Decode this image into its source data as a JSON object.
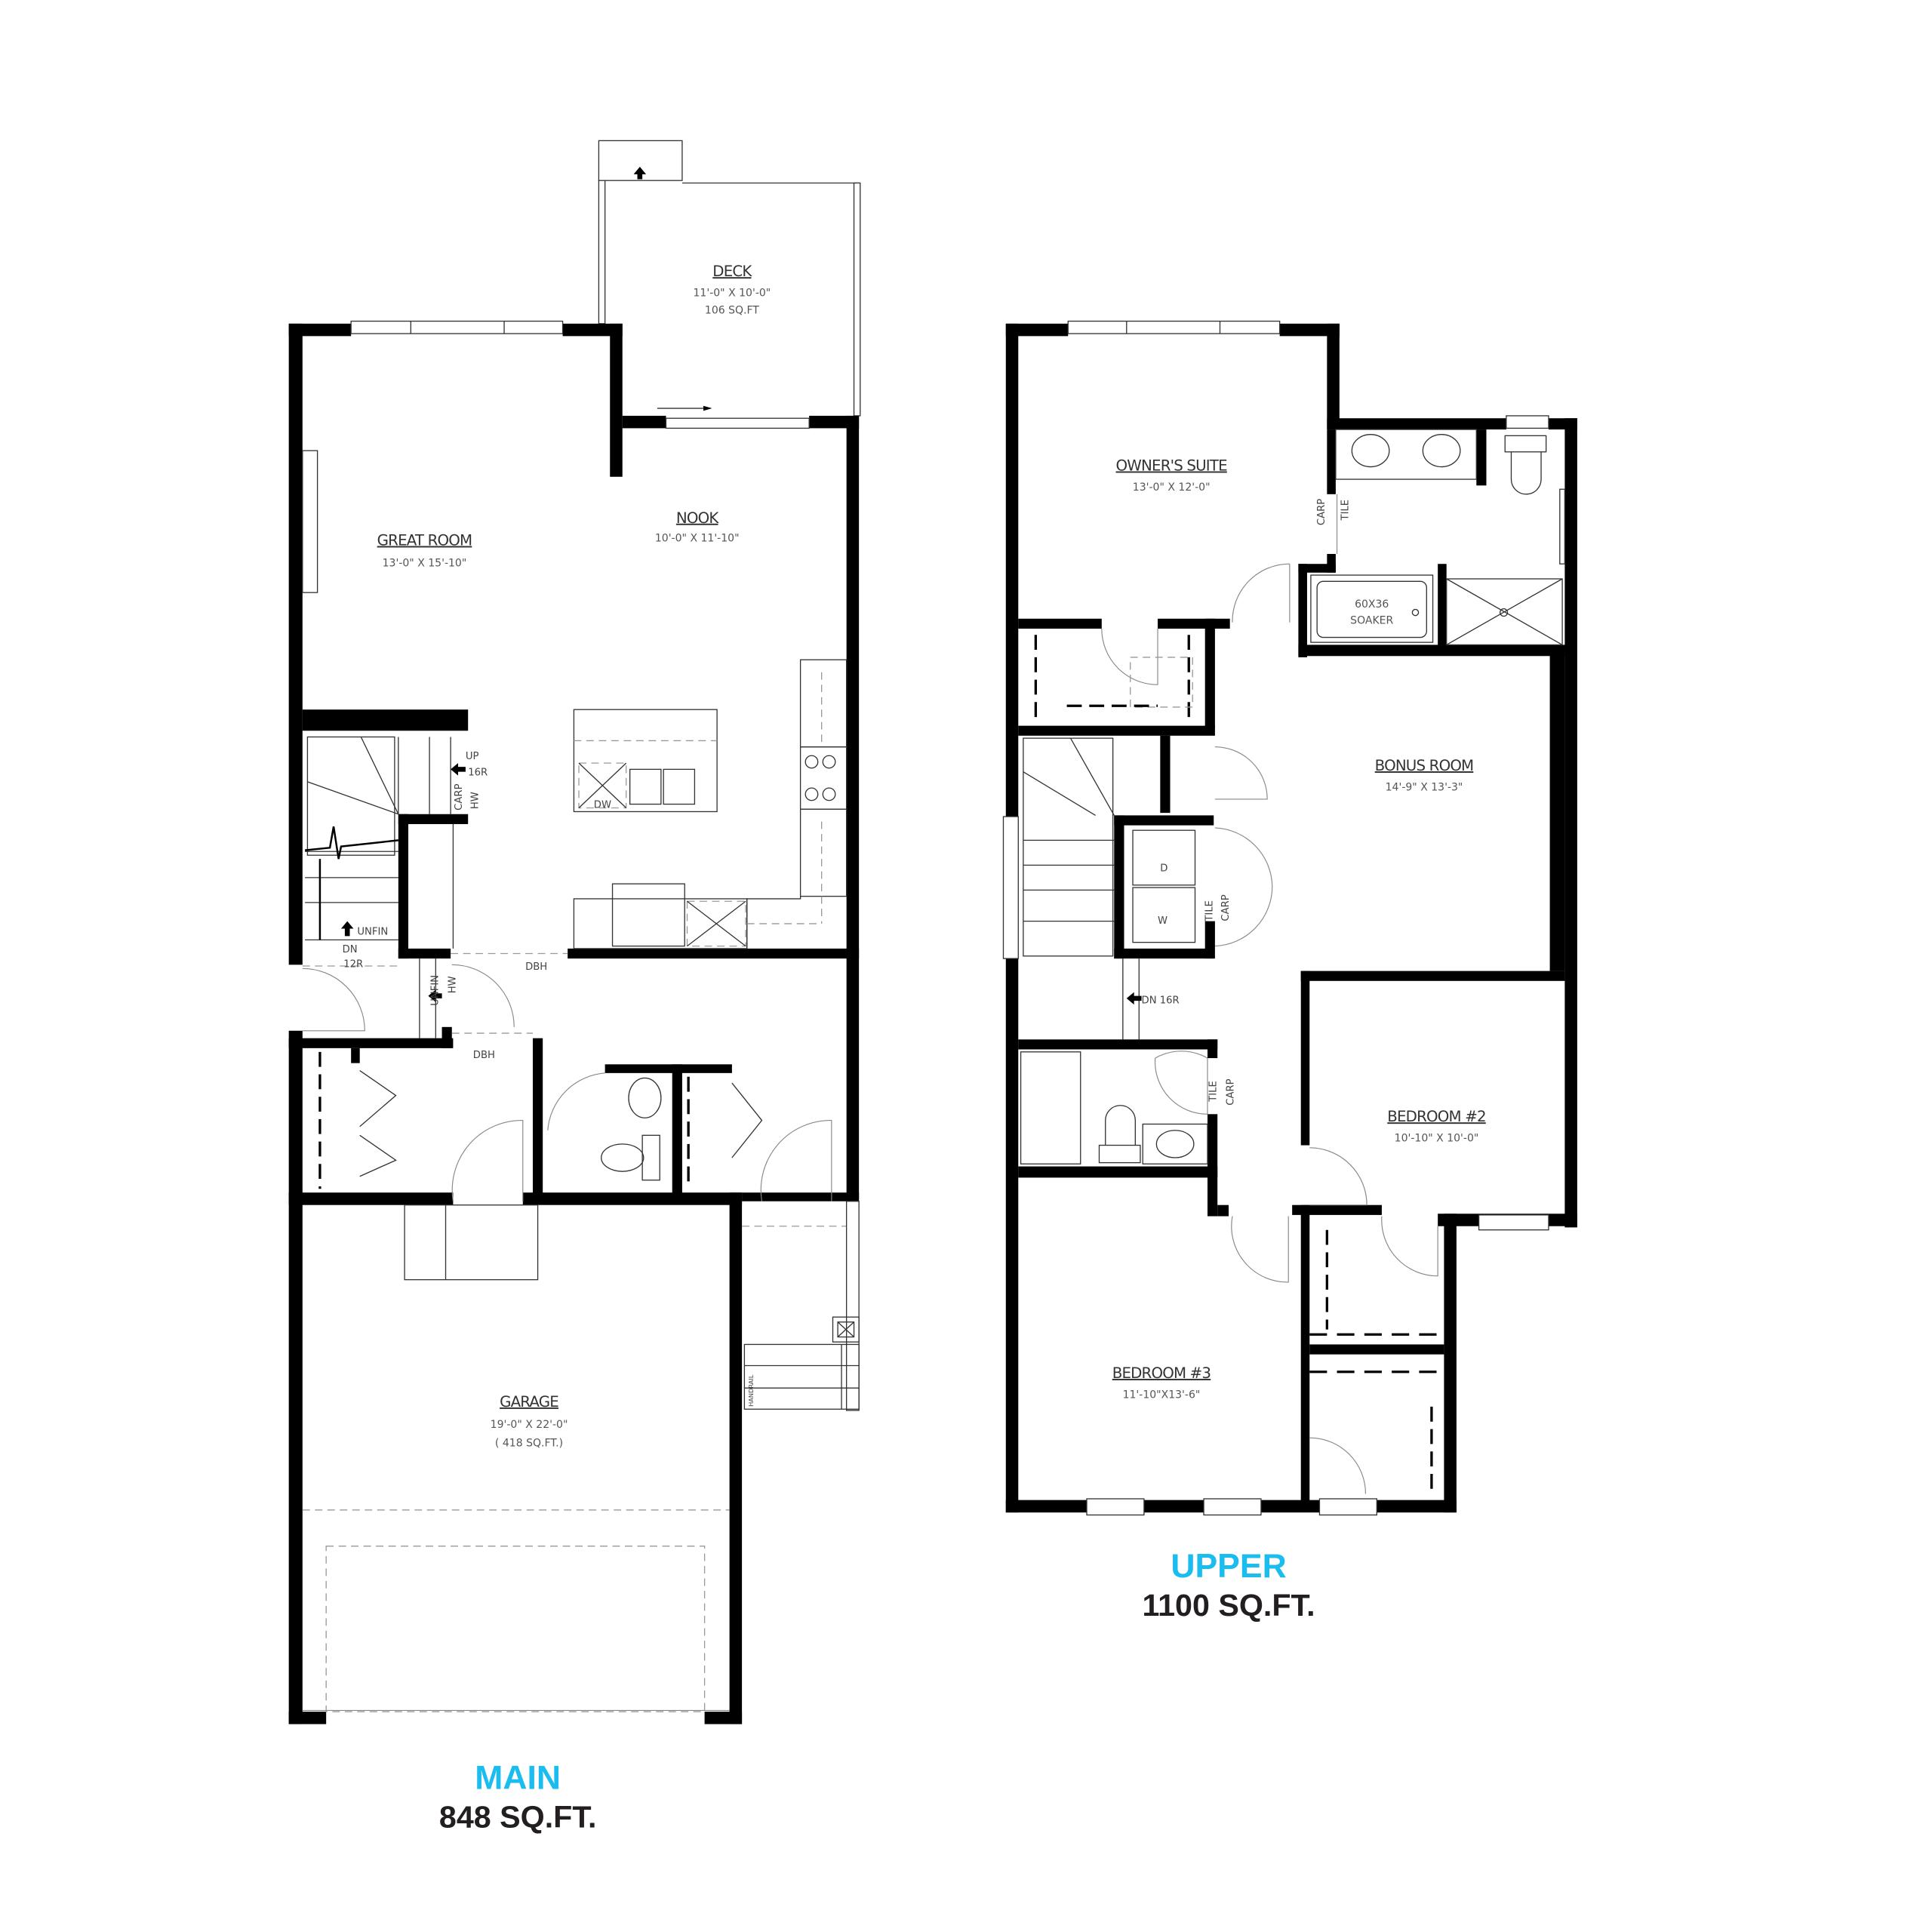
{
  "colors": {
    "level_title": "#1bbcee",
    "area_text": "#231f20",
    "walls": "#000000"
  },
  "main": {
    "level": "MAIN",
    "area": "848 SQ.FT.",
    "rooms": {
      "deck": {
        "name": "DECK",
        "dims": "11'-0\" X 10'-0\"",
        "area": "106 SQ.FT"
      },
      "great_room": {
        "name": "GREAT ROOM",
        "dims": "13'-0\" X 15'-10\""
      },
      "nook": {
        "name": "NOOK",
        "dims": "10'-0\" X 11'-10\""
      },
      "garage": {
        "name": "GARAGE",
        "dims": "19'-0\" X 22'-0\"",
        "area": "( 418 SQ.FT.)"
      }
    },
    "notes": {
      "up": "UP",
      "up_risers": "16R",
      "carp": "CARP",
      "hw": "HW",
      "unfin": "UNFIN",
      "dn": "DN",
      "dn_risers": "12R",
      "unfin2": "UNFIN",
      "hw2": "HW",
      "dbh1": "DBH",
      "dbh2": "DBH",
      "dw": "DW",
      "handrail": "HANDRAIL"
    }
  },
  "upper": {
    "level": "UPPER",
    "area": "1100 SQ.FT.",
    "rooms": {
      "owners_suite": {
        "name": "OWNER'S SUITE",
        "dims": "13'-0\" X 12'-0\""
      },
      "bonus_room": {
        "name": "BONUS ROOM",
        "dims": "14'-9\" X 13'-3\""
      },
      "bedroom2": {
        "name": "BEDROOM #2",
        "dims": "10'-10\" X 10'-0\""
      },
      "bedroom3": {
        "name": "BEDROOM #3",
        "dims": "11'-10\"X13'-6\""
      }
    },
    "notes": {
      "soaker_1": "60X36",
      "soaker_2": "SOAKER",
      "carp1": "CARP",
      "tile1": "TILE",
      "dryer": "D",
      "washer": "W",
      "tile2": "TILE",
      "carp2": "CARP",
      "dn": "DN 16R",
      "tile3": "TILE",
      "carp3": "CARP"
    }
  }
}
